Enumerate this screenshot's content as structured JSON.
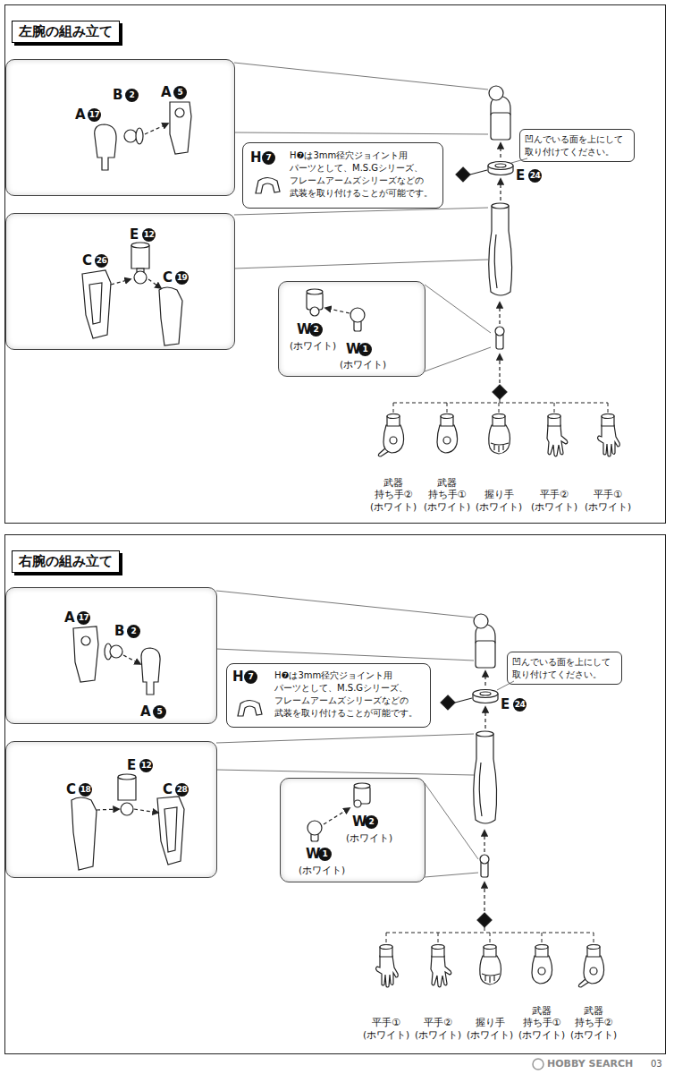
{
  "diagram": {
    "nodes": [
      {
        "text": [
          "左腕の組み立て"
        ]
      },
      {
        "text": [
          "A",
          "17",
          "B",
          "2",
          "A",
          "5"
        ],
        "in": 0
      },
      {
        "text": [
          "凹んでいる面を上にして 取り付けてください。"
        ],
        "in": 0
      },
      {
        "text": [
          "H",
          "7",
          "H❼は3mm径穴ジョイント用 パーツとして、M.S.Gシリーズ、 フレームアームズシリーズなどの 武装を取り付けることが可能です。"
        ],
        "in": 0
      },
      {
        "text": [
          "C",
          "26",
          "E",
          "12",
          "C",
          "19"
        ],
        "in": 0
      },
      {
        "text": [
          "W",
          "2",
          "(ホワイト)",
          "W",
          "1",
          "(ホワイト)"
        ],
        "in": 0
      },
      {
        "text": [
          "右腕の組み立て"
        ]
      },
      {
        "text": [
          "A",
          "17",
          "B",
          "2",
          "A",
          "5"
        ],
        "in": 6
      },
      {
        "text": [
          "凹んでいる面を上にして 取り付けてください。"
        ],
        "in": 6
      },
      {
        "text": [
          "H",
          "7",
          "H❼は3mm径穴ジョイント用 パーツとして、M.S.Gシリーズ、 フレームアームズシリーズなどの 武装を取り付けることが可能です。"
        ],
        "in": 6
      },
      {
        "text": [
          "E",
          "12",
          "C",
          "18",
          "C",
          "28"
        ],
        "in": 6
      },
      {
        "text": [
          "W",
          "1",
          "(ホワイト)",
          "W",
          "2",
          "(ホワイト)"
        ],
        "in": 6
      }
    ],
    "labels": [
      "E",
      "24",
      "武器 持ち手②",
      "(ホワイト)",
      "武器 持ち手①",
      "(ホワイト)",
      "握り手",
      "(ホワイト)",
      "平手②",
      "(ホワイト)",
      "平手①",
      "(ホワイト)",
      "E",
      "24",
      "平手①",
      "(ホワイト)",
      "平手②",
      "(ホワイト)",
      "握り手",
      "(ホワイト)",
      "武器 持ち手①",
      "(ホワイト)",
      "武器 持ち手②",
      "(ホワイト)",
      "03",
      "HOBBY SEARCH"
    ]
  }
}
